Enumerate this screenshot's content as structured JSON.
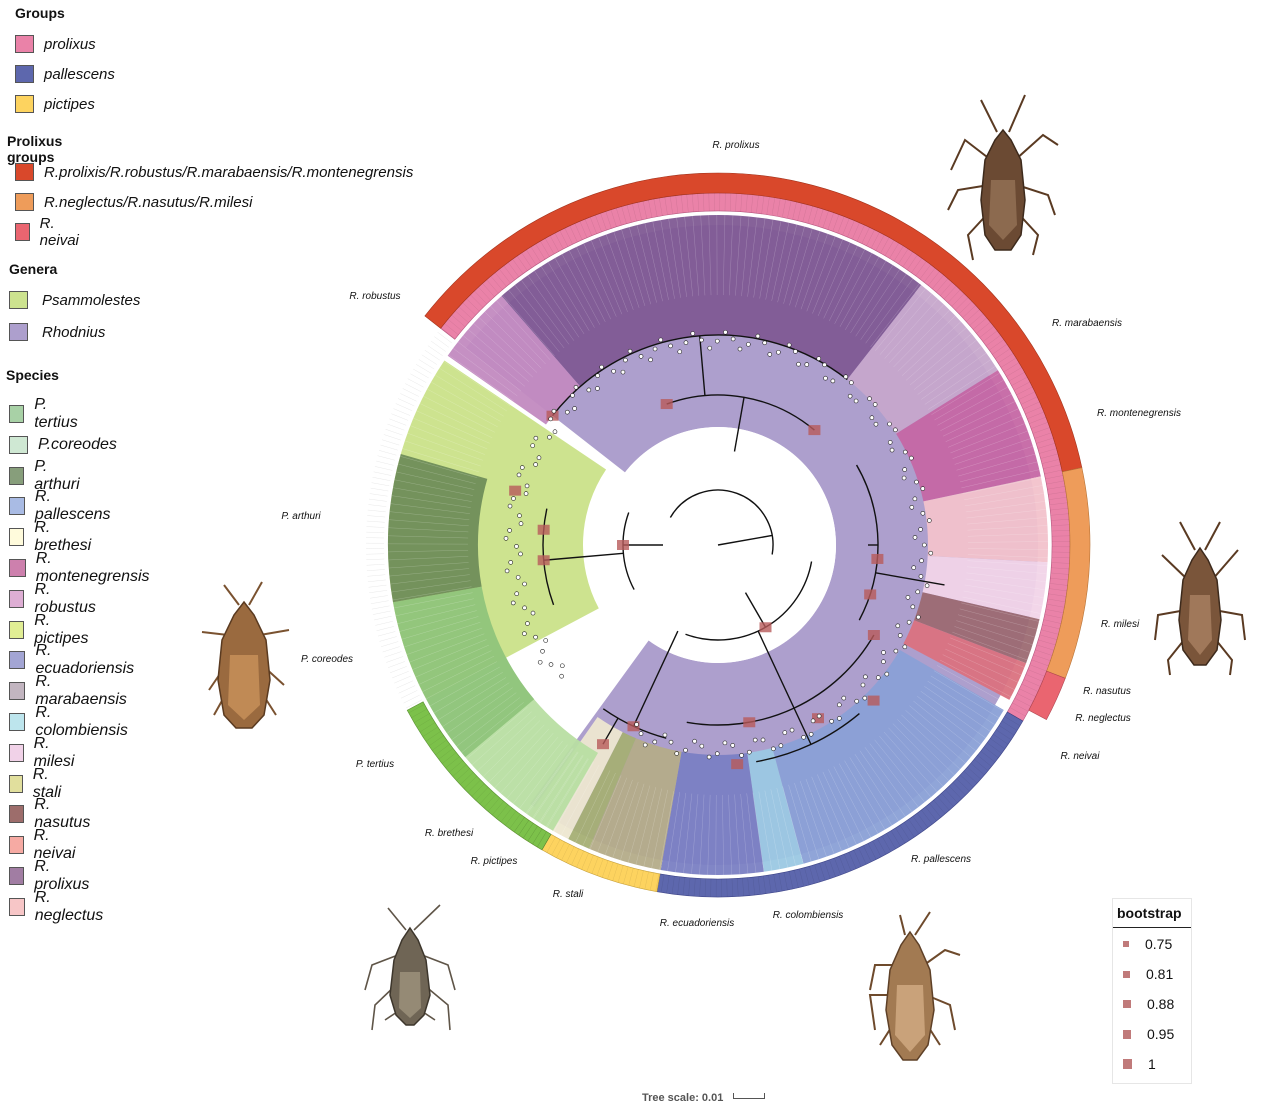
{
  "legend": {
    "groups_title": "Groups",
    "groups": [
      {
        "label": "prolixus",
        "color": "#ea82a8"
      },
      {
        "label": "pallescens",
        "color": "#5d67ad"
      },
      {
        "label": "pictipes",
        "color": "#fdd35f"
      }
    ],
    "prolixus_groups_title": "Prolixus groups",
    "prolixus_groups": [
      {
        "label": "R.prolixis/R.robustus/R.marabaensis/R.montenegrensis",
        "color": "#d9482b"
      },
      {
        "label": "R.neglectus/R.nasutus/R.milesi",
        "color": "#ee9c5a"
      },
      {
        "label": "R. neivai",
        "color": "#ea6570"
      }
    ],
    "genera_title": "Genera",
    "genera": [
      {
        "label": "Psammolestes",
        "color": "#cde38f"
      },
      {
        "label": "Rhodnius",
        "color": "#ad9fcd"
      }
    ],
    "species_title": "Species",
    "species": [
      {
        "label": "P. tertius",
        "color": "#a8d1a6"
      },
      {
        "label": "P.coreodes",
        "color": "#cfe8d3"
      },
      {
        "label": "P. arthuri",
        "color": "#879e7b"
      },
      {
        "label": "R. pallescens",
        "color": "#a9bbe4"
      },
      {
        "label": "R. brethesi",
        "color": "#fffbdc"
      },
      {
        "label": "R. montenegrensis",
        "color": "#cd80ad"
      },
      {
        "label": "R. robustus",
        "color": "#deaed4"
      },
      {
        "label": "R. pictipes",
        "color": "#e1ee94"
      },
      {
        "label": "R. ecuadoriensis",
        "color": "#a3a5d4"
      },
      {
        "label": "R. marabaensis",
        "color": "#c2b5c0"
      },
      {
        "label": "R. colombiensis",
        "color": "#bde5ed"
      },
      {
        "label": "R. milesi",
        "color": "#f1d2e8"
      },
      {
        "label": "R. stali",
        "color": "#e1df9d"
      },
      {
        "label": "R. nasutus",
        "color": "#9d6d6b"
      },
      {
        "label": "R. neivai",
        "color": "#f6aaa3"
      },
      {
        "label": "R. prolixus",
        "color": "#a17da3"
      },
      {
        "label": "R. neglectus",
        "color": "#f7c6c7"
      }
    ]
  },
  "tree_labels": {
    "prolixus": "R. prolixus",
    "robustus": "R. robustus",
    "marabaensis": "R. marabaensis",
    "montenegrensis": "R. montenegrensis",
    "milesi": "R. milesi",
    "nasutus": "R. nasutus",
    "neglectus": "R. neglectus",
    "neivai": "R. neivai",
    "pallescens": "R. pallescens",
    "colombiensis": "R. colombiensis",
    "ecuadoriensis": "R. ecuadoriensis",
    "stali": "R. stali",
    "pictipes": "R. pictipes",
    "brethesi": "R. brethesi",
    "tertius": "P. tertius",
    "coreodes": "P. coreodes",
    "arthuri": "P. arthuri"
  },
  "bootstrap": {
    "title": "bootstrap",
    "values": [
      "0.75",
      "0.81",
      "0.88",
      "0.95",
      "1"
    ]
  },
  "scale": {
    "label": "Tree scale: 0.01"
  }
}
